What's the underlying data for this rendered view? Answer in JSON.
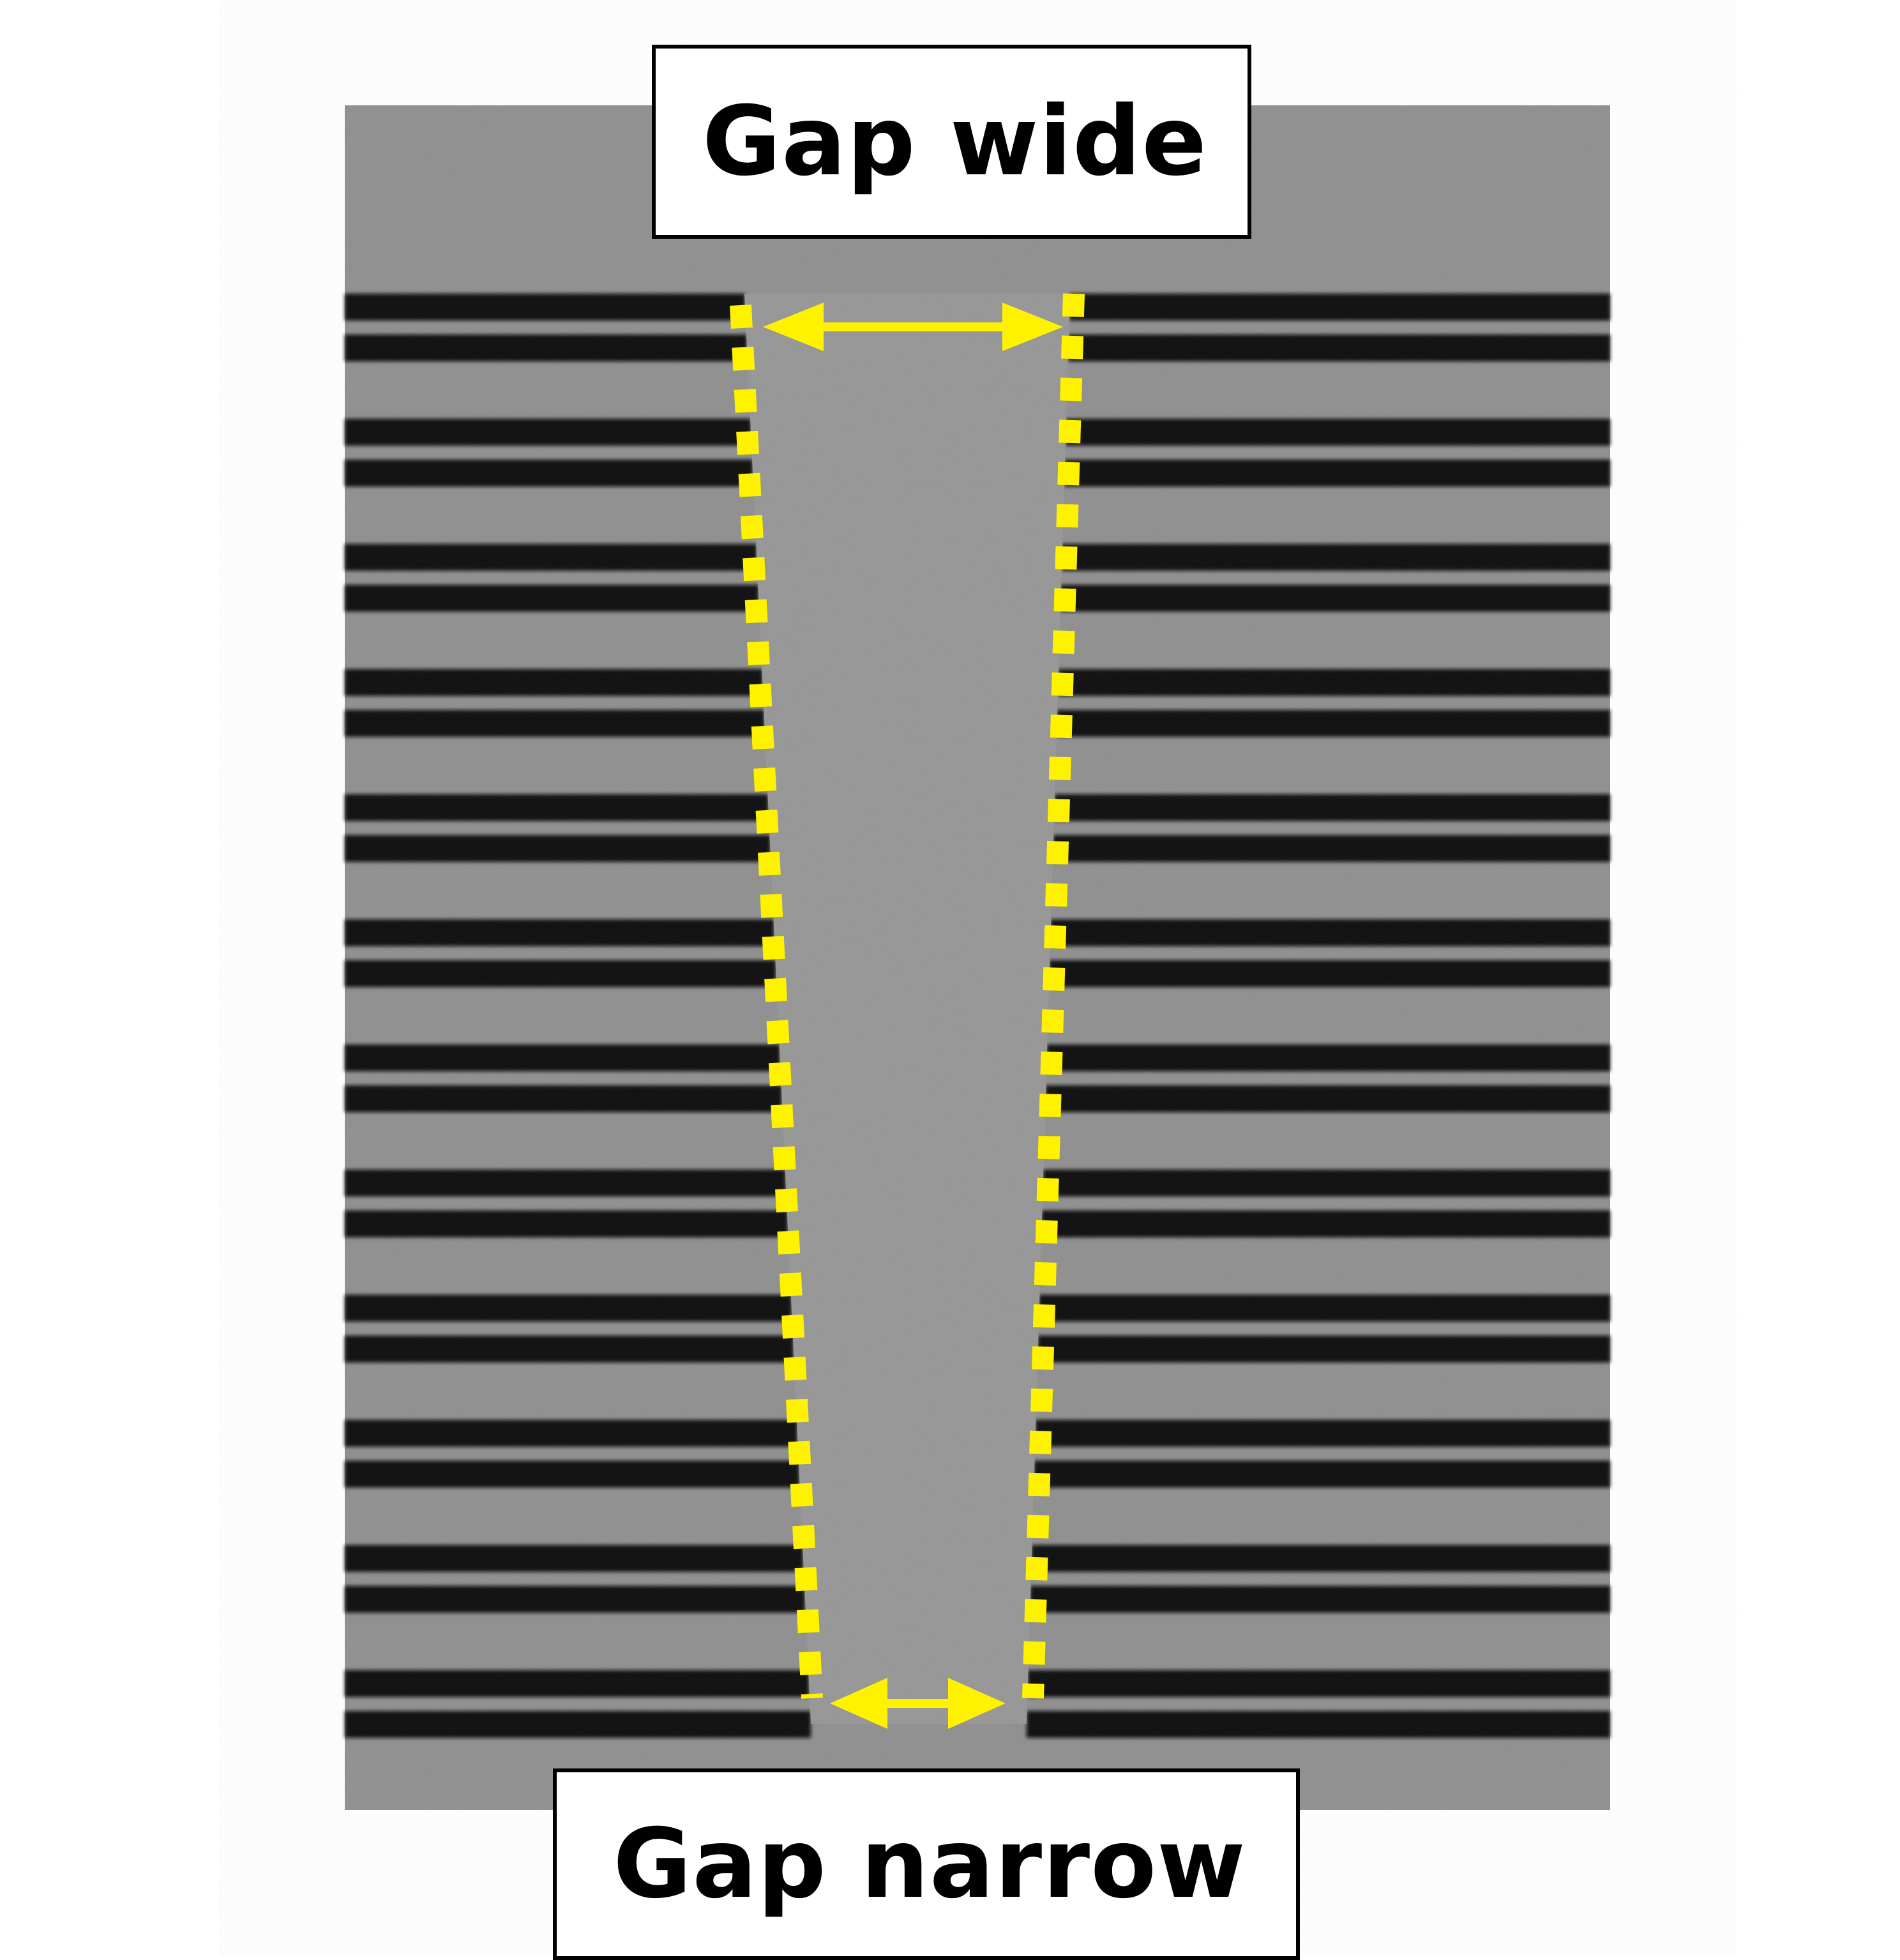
{
  "labels": {
    "top": "Gap wide",
    "bottom": "Gap narrow"
  },
  "colors": {
    "page_background": "#ffffff",
    "microscope_background": "#8f8f8f",
    "gap_fill": "#969696",
    "bar": "#0a0a0a",
    "dotted_outline": "#fff200",
    "arrow": "#fff200",
    "label_border": "#000000",
    "label_text": "#000000"
  },
  "icons": {
    "top_arrow": "double-headed-arrow-icon",
    "bottom_arrow": "double-headed-arrow-icon"
  },
  "bar_pairs": 12
}
